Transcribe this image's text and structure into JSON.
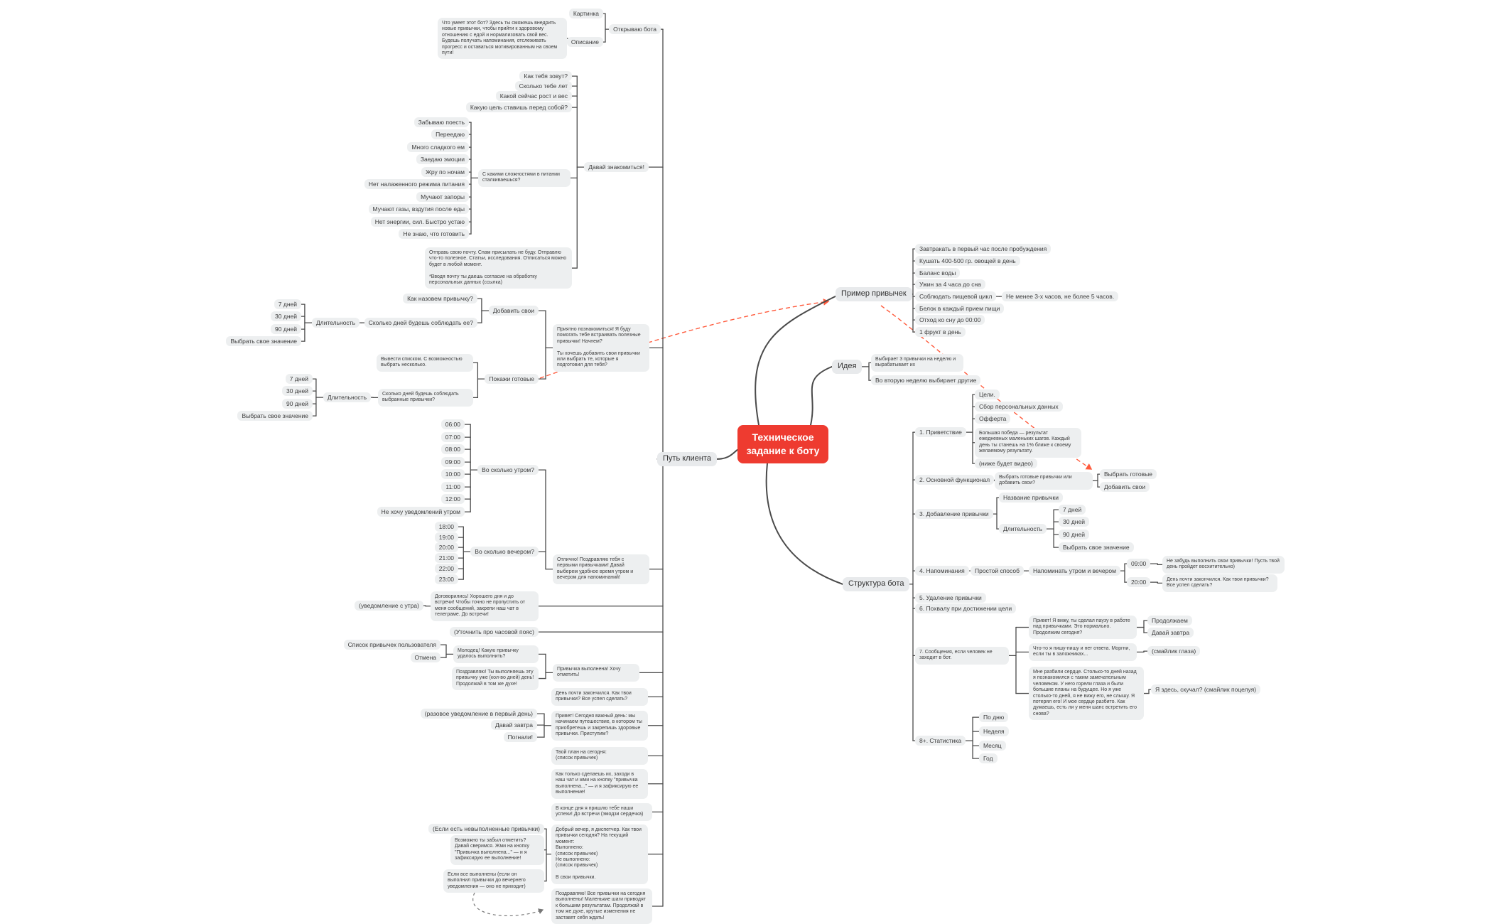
{
  "colors": {
    "center_bg": "#ee3b30",
    "connector": "#4a4a4a",
    "dashed_arrow": "#ff5a3c",
    "node_bg": "#edeff0"
  },
  "center": {
    "label": "Техническое задание к боту"
  },
  "client_path": {
    "label": "Путь клиента",
    "open_bot": {
      "label": "Открываю бота",
      "picture": "Картинка",
      "description_label": "Описание",
      "description": "Что умеет этот бот? Здесь ты сможешь внедрить новые привычки, чтобы прийти к здоровому отношению с едой и нормализовать свой вес. Будешь получать напоминания, отслеживать прогресс и оставаться мотивированным на своем пути!"
    },
    "meet": {
      "label": "Давай знакомиться!",
      "q_name": "Как тебя зовут?",
      "q_age": "Сколько тебе лет",
      "q_body": "Какой сейчас рост и вес",
      "q_goal": "Какую цель ставишь перед собой?",
      "difficulties_q": "С какими сложностями в питании сталкиваешься?",
      "difficulties": [
        "Забываю поесть",
        "Переедаю",
        "Много сладкого ем",
        "Заедаю эмоции",
        "Жру по ночам",
        "Нет налаженного режима питания",
        "Мучают запоры",
        "Мучают газы, вздутия после еды",
        "Нет энергии, сил. Быстро устаю",
        "Не знаю, что готовить"
      ],
      "email": "Отправь свою почту. Спам присылать не буду. Отправлю что-то полезное. Статьи, исследования. Отписаться можно будет в любой момент.\n\n*Вводя почту ты даешь согласие на обработку персональных данных (ссылка)"
    },
    "intro": "Приятно познакомиться! Я буду помогать тебе встраивать полезные привычки! Начнем?\n\nТы хочешь добавить свои привычки или выбрать те, которые я подготовил для тебя?",
    "add_own": {
      "label": "Добавить свои",
      "name_q": "Как назовем привычку?",
      "days_q": "Сколько дней будешь соблюдать ее?",
      "duration": "Длительность",
      "days": [
        "7 дней",
        "30 дней",
        "90 дней",
        "Выбрать свое значение"
      ]
    },
    "show_ready": {
      "label": "Покажи готовые",
      "list_note": "Вывести списком. С возможностью выбрать несколько.",
      "days_q": "Сколько дней будешь соблюдать выбранные привычки?",
      "duration": "Длительность",
      "days": [
        "7 дней",
        "30 дней",
        "90 дней",
        "Выбрать свое значение"
      ]
    },
    "reminders": {
      "text": "Отлично! Поздравляю тебя с первыми привычками! Давай выберем удобное время утром и вечером для напоминаний!",
      "morning_q": "Во сколько утром?",
      "morning_times": [
        "06:00",
        "07:00",
        "08:00",
        "09:00",
        "10:00",
        "11:00",
        "12:00"
      ],
      "morning_optout": "Не хочу уведомлений утром",
      "evening_q": "Во сколько вечером?",
      "evening_times": [
        "18:00",
        "19:00",
        "20:00",
        "21:00",
        "22:00",
        "23:00"
      ]
    },
    "agreed": {
      "note": "(уведомление с утра)",
      "text": "Договорились! Хорошего дня и до встречи! Чтобы точно не пропустить от меня сообщений, закрепи наш чат в телеграме. До встречи!",
      "timezone": "(Уточнить про часовой пояс)"
    },
    "done": {
      "label": "Привычка выполнена! Хочу отметить!",
      "which": "Молодец! Какую привычку удалось выполнить?",
      "list": "Список привычек пользователя",
      "cancel": "Отмена",
      "congrats": "Поздравляю! Ты выполняешь эту привычку уже (кол-во дней) день! Продолжай в том же духе!"
    },
    "day_end": "День почти закончился. Как твои привычки? Все успел сделать?",
    "first_day": {
      "note": "(разовое уведомление в первый день)",
      "tomorrow": "Давай завтра",
      "go": "Погнали!",
      "text": "Привет! Сегодня важный день: мы начинаем путешествие, в котором ты приобретешь и закрепишь здоровые привычки. Приступим?"
    },
    "plan": {
      "today": "Твой план на сегодня:\n(список привычек)",
      "how": "Как только сделаешь их, заходи в наш чат и жми на кнопку \"привычка выполнена...\" — и я зафиксирую ее выполнение!",
      "evening": "В конце дня я пришлю тебе наши успехи! До встречи (эмодзи сердечка)"
    },
    "evening_check": {
      "text": "Добрый вечер, я диспетчер. Как твои привычки сегодня? На текущий момент:\nВыполнено:\n(список привычек)\nНе выполнено:\n(список привычек)\n\nВ свои привычки.",
      "if_unfinished": "(Если есть невыполненные привычки)",
      "forgot": "Возможно ты забыл отметить? Давай сверимся. Жми на кнопку \"Привычка выполнена...\" — и я зафиксирую ее выполнение!",
      "if_done": "Если все выполнены (если он выполнил привычки до вечернего уведомления — оно не приходит)"
    },
    "all_done": "Поздравляю! Все привычки на сегодня выполнены! Маленькие шаги приводят к большим результатам. Продолжай в том же духе, крутые изменения не заставят себя ждать!"
  },
  "habits": {
    "label": "Пример привычек",
    "items": [
      "Завтракать в первый час после пробуждения",
      "Кушать 400-500 гр. овощей в день",
      "Баланс воды",
      "Ужин за 4 часа до сна",
      "Соблюдать пищевой цикл",
      "Белок в каждый прием пищи",
      "Отход ко сну до 00:00",
      "1 фрукт в день"
    ],
    "cycle_note": "Не менее 3-х часов, не более 5 часов."
  },
  "idea": {
    "label": "Идея",
    "week1": "Выбирает 3 привычки на неделю и вырабатывает их",
    "week2": "Во вторую неделю выбирает другие"
  },
  "structure": {
    "label": "Структура бота",
    "greeting": {
      "label": "1. Приветствие",
      "goals": "Цели.",
      "personal_data": "Сбор персональных данных",
      "offer": "Офферта",
      "big_win": "Большая победа — результат ежедневных маленьких шагов. Каждый день ты станешь на 1% ближе к своему желаемому результату.",
      "video_note": "(ниже будет видео)"
    },
    "main_func": {
      "label": "2. Основной функционал",
      "q": "Выбрать готовые привычки или добавить свои?",
      "ready": "Выбрать готовые",
      "own": "Добавить свои"
    },
    "adding": {
      "label": "3. Добавление привычки",
      "name": "Название привычки",
      "duration": "Длительность",
      "days": [
        "7 дней",
        "30 дней",
        "90 дней",
        "Выбрать свое значение"
      ]
    },
    "reminders": {
      "label": "4. Напоминания",
      "simple": "Простой способ",
      "both": "Напоминать утром и вечером",
      "morning_time": "09:00",
      "morning_text": "Не забудь выполнить свои привычки! Пусть твой день пройдет восхитительно)",
      "evening_time": "20:00",
      "evening_text": "День почти закончился. Как твои привычки? Все успел сделать?"
    },
    "removal": "5. Удаление привычки",
    "praise": "6. Похвалу при достижении цели",
    "absence": {
      "label": "7. Сообщения, если человек не заходит в бот.",
      "pause": "Привет! Я вижу, ты сделал паузу в работе над привычками. Это нормально.\nПродолжим сегодня?",
      "go_on": "Продолжаем",
      "tomorrow": "Давай завтра",
      "silence": "Что-то я пишу-пишу и нет ответа. Моргни, если ты в заложниках...",
      "eyes_note": "(смайлик глаза)",
      "heartbreak": "Мне разбили сердце. Столько-то дней назад я познакомился с таким замечательным человеком. У него горели глаза и были большие планы на будущее. Но я уже столько-то дней, я не вижу его, не слышу. Я потерял его! И мое сердце разбито. Как думаешь, есть ли у меня шанс встретить его снова?",
      "kiss": "Я здесь, скучал? (смайлик поцелуя)"
    },
    "stats": {
      "label": "8+. Статистика",
      "by_day": "По дню",
      "week": "Неделя",
      "month": "Месяц",
      "year": "Год"
    }
  }
}
